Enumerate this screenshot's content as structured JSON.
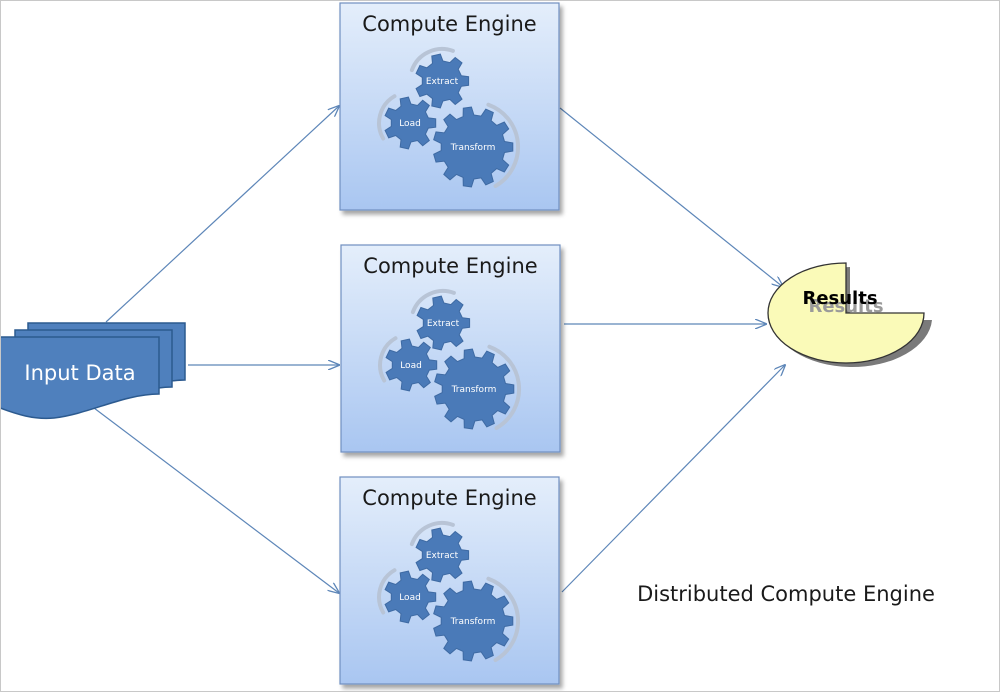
{
  "input": {
    "label": "Input Data"
  },
  "engines": [
    {
      "title": "Compute Engine",
      "gears": {
        "extract": "Extract",
        "load": "Load",
        "transform": "Transform"
      }
    },
    {
      "title": "Compute Engine",
      "gears": {
        "extract": "Extract",
        "load": "Load",
        "transform": "Transform"
      }
    },
    {
      "title": "Compute Engine",
      "gears": {
        "extract": "Extract",
        "load": "Load",
        "transform": "Transform"
      }
    }
  ],
  "results": {
    "label": "Results"
  },
  "caption": "Distributed Compute Engine",
  "colors": {
    "gear": "#4a7ab8",
    "box_top": "#e4eefb",
    "box_bottom": "#a9c6f1",
    "box_border": "#6f8fc0",
    "doc": "#4f80bd",
    "doc_border": "#2c5a8f",
    "arrow": "#5d86b8",
    "results_fill": "#fafab8"
  }
}
